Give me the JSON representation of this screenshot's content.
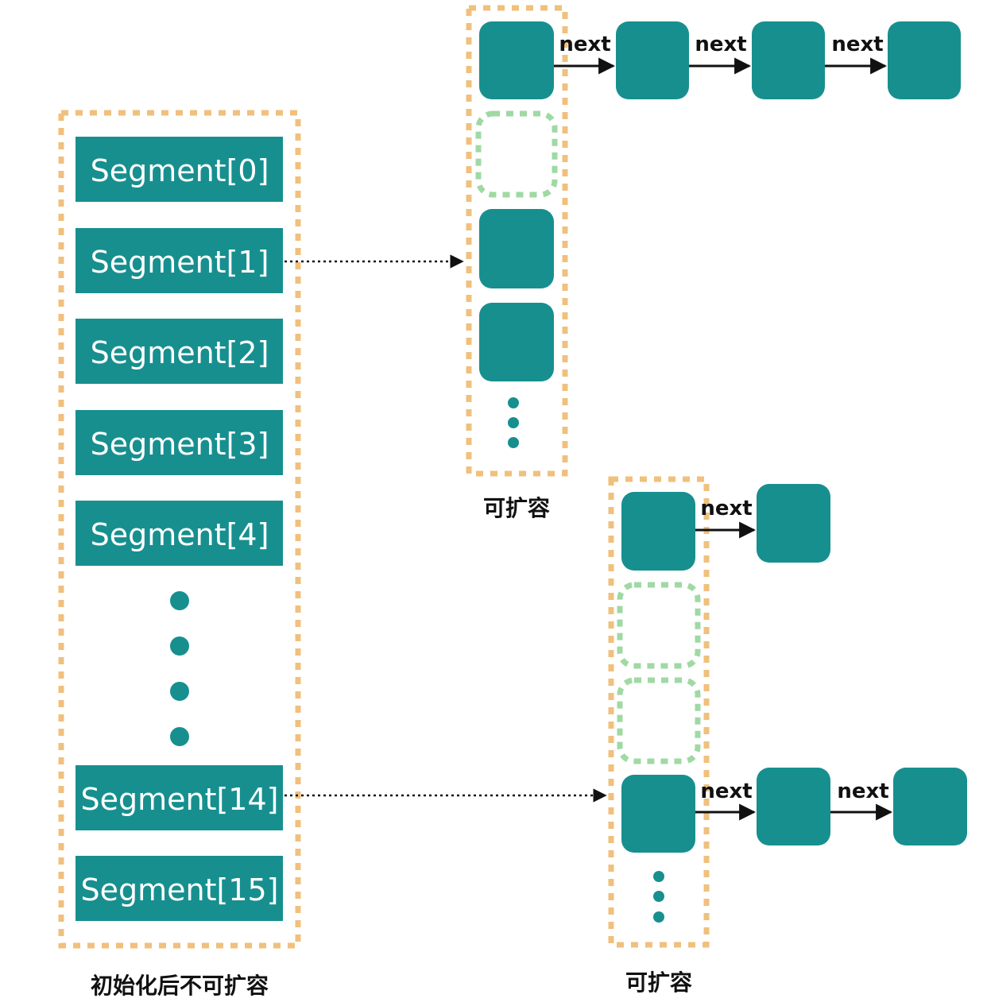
{
  "colors": {
    "teal": "#178f8f",
    "orange_dashed_border": "#f0c07d",
    "green_dashed_border": "#9fd9a3",
    "arrow": "#111111",
    "caption": "#111111"
  },
  "segments": {
    "items": [
      {
        "label": "Segment[0]"
      },
      {
        "label": "Segment[1]"
      },
      {
        "label": "Segment[2]"
      },
      {
        "label": "Segment[3]"
      },
      {
        "label": "Segment[4]"
      },
      {
        "label": "Segment[14]"
      },
      {
        "label": "Segment[15]"
      }
    ],
    "caption": "初始化后不可扩容"
  },
  "table_top": {
    "caption": "可扩容",
    "chain_label": "next"
  },
  "table_bottom": {
    "caption": "可扩容",
    "chain_label_1": "next",
    "chain_label_2": "next"
  }
}
